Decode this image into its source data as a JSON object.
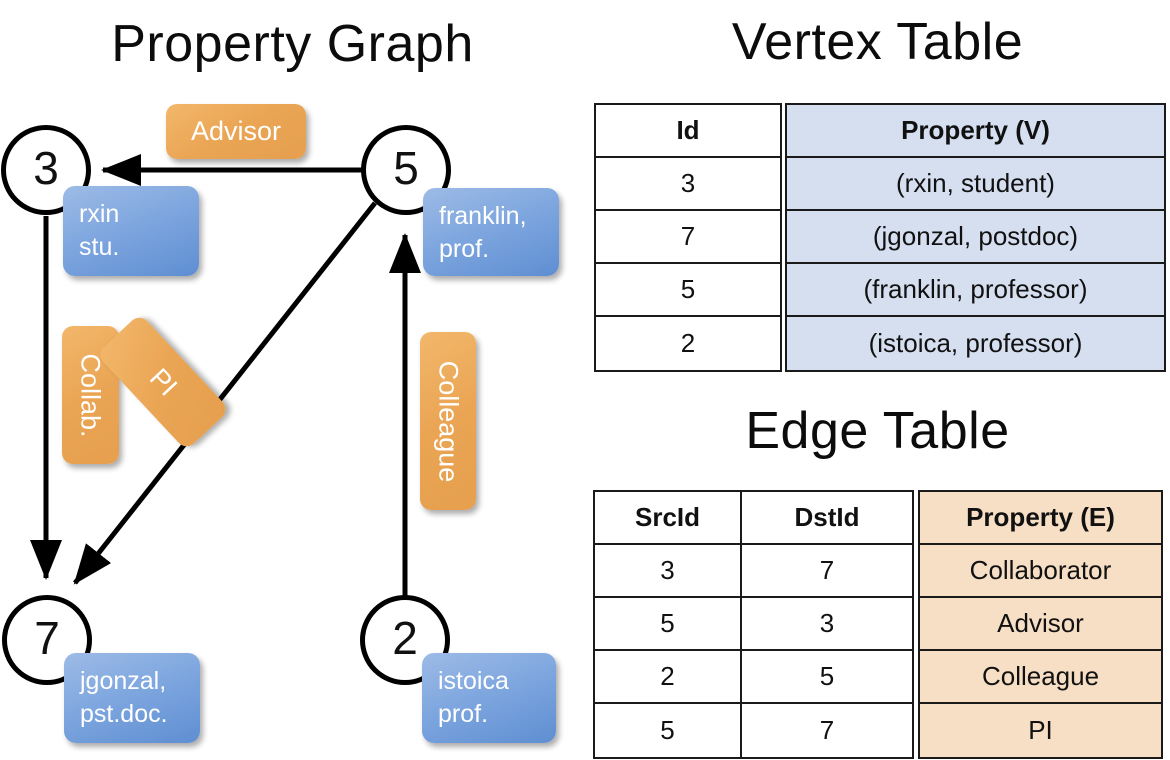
{
  "titles": {
    "property_graph": "Property Graph",
    "vertex_table": "Vertex Table",
    "edge_table": "Edge Table"
  },
  "graph": {
    "nodes": [
      {
        "id": "3",
        "property_line1": "rxin",
        "property_line2": "stu."
      },
      {
        "id": "5",
        "property_line1": "franklin,",
        "property_line2": "prof."
      },
      {
        "id": "7",
        "property_line1": "jgonzal,",
        "property_line2": "pst.doc."
      },
      {
        "id": "2",
        "property_line1": "istoica",
        "property_line2": "prof."
      }
    ],
    "edge_labels": [
      {
        "key": "advisor",
        "label": "Advisor"
      },
      {
        "key": "collab",
        "label": "Collab."
      },
      {
        "key": "pi",
        "label": "PI"
      },
      {
        "key": "colleague",
        "label": "Colleague"
      }
    ],
    "edges": [
      {
        "from": "5",
        "to": "3",
        "label": "Advisor"
      },
      {
        "from": "3",
        "to": "7",
        "label": "Collab."
      },
      {
        "from": "5",
        "to": "7",
        "label": "PI"
      },
      {
        "from": "2",
        "to": "5",
        "label": "Colleague"
      }
    ]
  },
  "vertex_table": {
    "headers": [
      "Id",
      "Property (V)"
    ],
    "rows": [
      {
        "id": "3",
        "property": "(rxin, student)"
      },
      {
        "id": "7",
        "property": "(jgonzal, postdoc)"
      },
      {
        "id": "5",
        "property": "(franklin, professor)"
      },
      {
        "id": "2",
        "property": "(istoica, professor)"
      }
    ]
  },
  "edge_table": {
    "headers": [
      "SrcId",
      "DstId",
      "Property (E)"
    ],
    "rows": [
      {
        "src": "3",
        "dst": "7",
        "property": "Collaborator"
      },
      {
        "src": "5",
        "dst": "3",
        "property": "Advisor"
      },
      {
        "src": "2",
        "dst": "5",
        "property": "Colleague"
      },
      {
        "src": "5",
        "dst": "7",
        "property": "PI"
      }
    ]
  },
  "colors": {
    "vertex_property_fill": "#d5dff0",
    "edge_property_fill": "#f7dfc5",
    "node_box_blue": "#7fa7df",
    "edge_label_orange": "#eaa554",
    "stroke": "#000000",
    "background": "#ffffff"
  }
}
